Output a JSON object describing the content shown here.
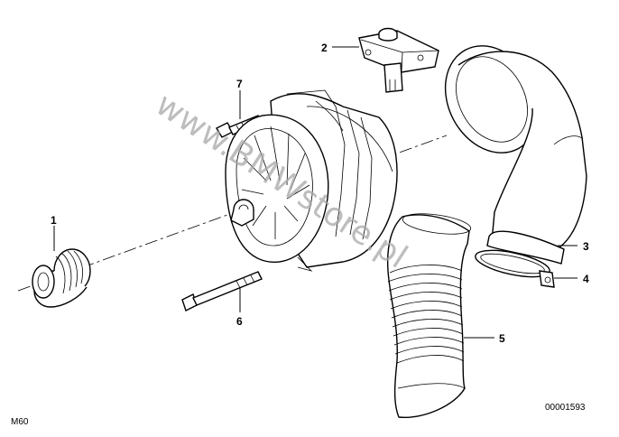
{
  "diagram": {
    "callouts": {
      "c1": "1",
      "c2": "2",
      "c3": "3",
      "c4": "4",
      "c5": "5",
      "c6": "6",
      "c7": "7"
    },
    "model_code": "M60",
    "diagram_number": "00001593",
    "watermark": "www.BMWstore.pl"
  }
}
